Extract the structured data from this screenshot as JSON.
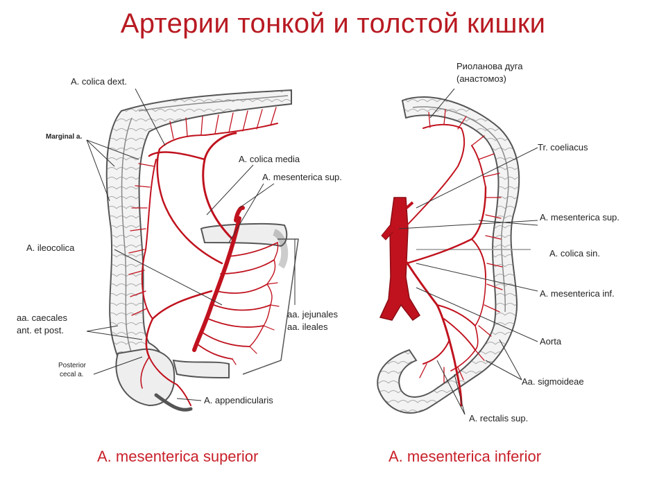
{
  "title": "Артерии тонкой и толстой кишки",
  "colors": {
    "artery": "#c0121e",
    "title": "#b81a22",
    "bowel_outline": "#555555"
  },
  "left_labels": {
    "colica_dext": "A. colica dext.",
    "marginal": "Marginal a.",
    "colica_media": "A. colica media",
    "mesenterica_sup": "A. mesenterica sup.",
    "ileocolica": "A. ileocolica",
    "caecales_1": "aa. caecales",
    "caecales_2": "ant. et post.",
    "posterior_1": "Posterior",
    "posterior_2": "cecal a.",
    "jejunales": "aa. jejunales",
    "ileales": "aa. ileales",
    "appendicularis": "A. appendicularis"
  },
  "right_labels": {
    "riolan_1": "Риоланова дуга",
    "riolan_2": "(анастомоз)",
    "coeliacus": "Tr. coeliacus",
    "mesenterica_sup": "A. mesenterica sup.",
    "colica_sin": "A. colica sin.",
    "mesenterica_inf": "A. mesenterica inf.",
    "aorta": "Aorta",
    "sigmoideae": "Aa. sigmoideae",
    "rectalis": "A. rectalis sup."
  },
  "captions": {
    "left": "A. mesenterica superior",
    "right": "A. mesenterica inferior"
  }
}
